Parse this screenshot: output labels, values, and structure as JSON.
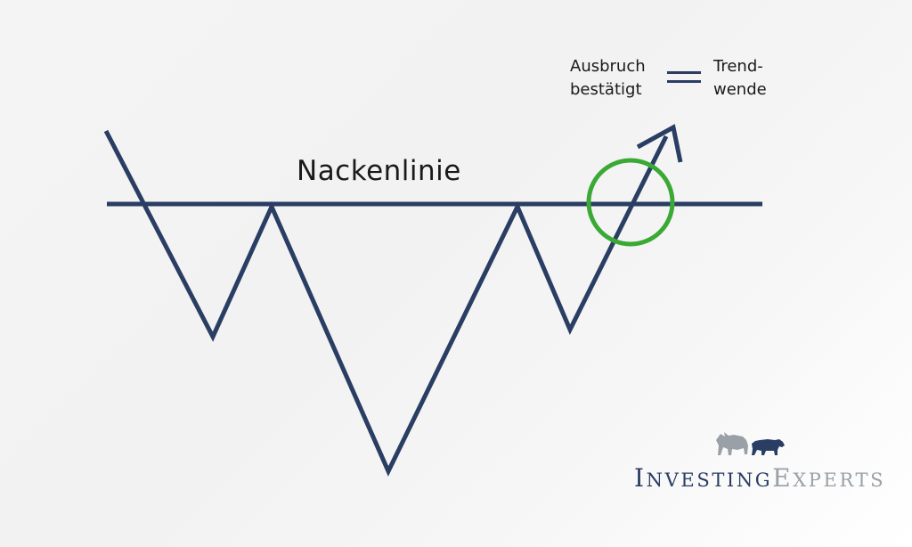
{
  "diagram": {
    "neckline_label": "Nackenlinie",
    "legend": {
      "left_line1": "Ausbruch",
      "left_line2": "bestätigt",
      "right_line1": "Trend-",
      "right_line2": "wende"
    }
  },
  "brand": {
    "investing_initial": "I",
    "investing_rest": "NVESTING",
    "experts_initial": "E",
    "experts_rest": "XPERTS"
  },
  "colors": {
    "line": "#2a3d63",
    "breakout_circle": "#3aa935",
    "brand_primary": "#2a3d63",
    "brand_secondary": "#9aa0a8"
  },
  "icons": [
    "bull-icon",
    "bear-icon",
    "breakout-circle-icon",
    "arrow-head-icon"
  ]
}
